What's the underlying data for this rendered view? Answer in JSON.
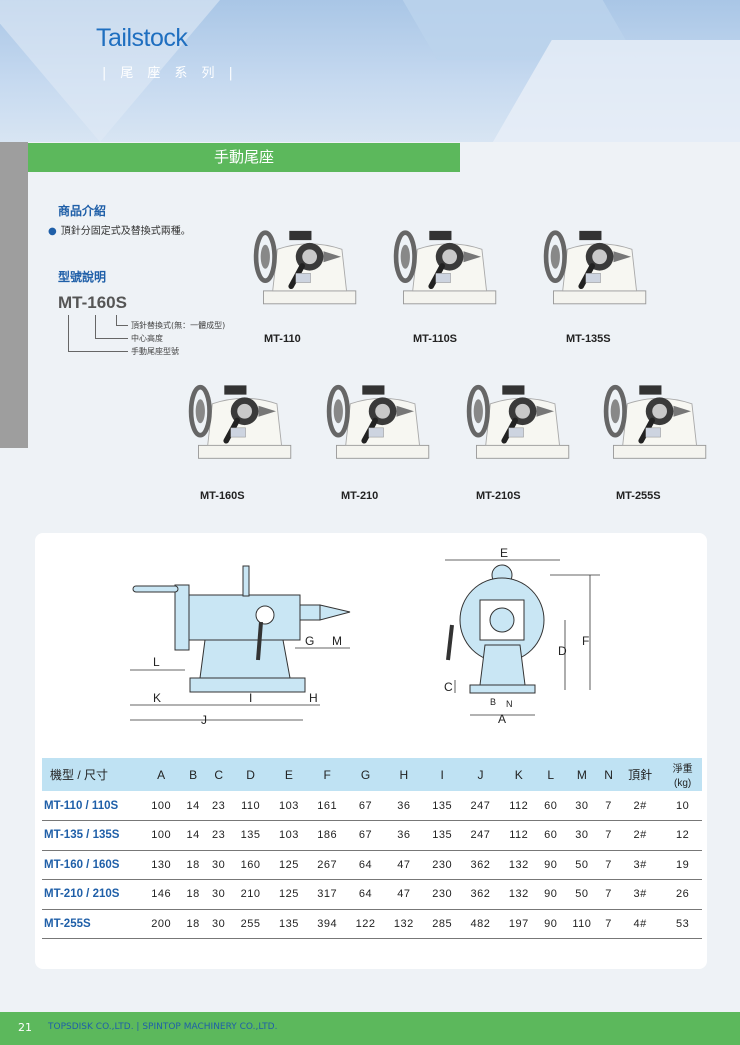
{
  "header": {
    "title": "Tailstock",
    "subtitle_chars": [
      "尾",
      "座",
      "系",
      "列"
    ],
    "separator": "|"
  },
  "section": {
    "title": "手動尾座"
  },
  "intro": {
    "heading": "商品介紹",
    "bullet": "頂針分固定式及替換式兩種。"
  },
  "model_explain": {
    "heading": "型號說明",
    "code": "MT-160S",
    "notes": [
      "頂針替換式(無：一體成型)",
      "中心高度",
      "手動尾座型號"
    ]
  },
  "products": [
    {
      "label": "MT-110"
    },
    {
      "label": "MT-110S"
    },
    {
      "label": "MT-135S"
    },
    {
      "label": "MT-160S"
    },
    {
      "label": "MT-210"
    },
    {
      "label": "MT-210S"
    },
    {
      "label": "MT-255S"
    }
  ],
  "drawing": {
    "side_labels": [
      "L",
      "K",
      "I",
      "H",
      "J",
      "G",
      "M"
    ],
    "front_labels": [
      "E",
      "F",
      "D",
      "C",
      "B",
      "N",
      "A"
    ]
  },
  "table": {
    "name_header": "機型 / 尺寸",
    "columns": [
      "A",
      "B",
      "C",
      "D",
      "E",
      "F",
      "G",
      "H",
      "I",
      "J",
      "K",
      "L",
      "M",
      "N",
      "頂針"
    ],
    "weight_header": [
      "淨重",
      "(kg)"
    ],
    "rows": [
      {
        "name": "MT-110 / 110S",
        "values": [
          "100",
          "14",
          "23",
          "110",
          "103",
          "161",
          "67",
          "36",
          "135",
          "247",
          "112",
          "60",
          "30",
          "7",
          "2#",
          "10"
        ]
      },
      {
        "name": "MT-135 / 135S",
        "values": [
          "100",
          "14",
          "23",
          "135",
          "103",
          "186",
          "67",
          "36",
          "135",
          "247",
          "112",
          "60",
          "30",
          "7",
          "2#",
          "12"
        ]
      },
      {
        "name": "MT-160 / 160S",
        "values": [
          "130",
          "18",
          "30",
          "160",
          "125",
          "267",
          "64",
          "47",
          "230",
          "362",
          "132",
          "90",
          "50",
          "7",
          "3#",
          "19"
        ]
      },
      {
        "name": "MT-210 / 210S",
        "values": [
          "146",
          "18",
          "30",
          "210",
          "125",
          "317",
          "64",
          "47",
          "230",
          "362",
          "132",
          "90",
          "50",
          "7",
          "3#",
          "26"
        ]
      },
      {
        "name": "MT-255S",
        "values": [
          "200",
          "18",
          "30",
          "255",
          "135",
          "394",
          "122",
          "132",
          "285",
          "482",
          "197",
          "90",
          "110",
          "7",
          "4#",
          "53"
        ]
      }
    ]
  },
  "footer": {
    "page": "21",
    "company": "TOPSDISK CO.,LTD. | SPINTOP MACHINERY CO.,LTD."
  }
}
